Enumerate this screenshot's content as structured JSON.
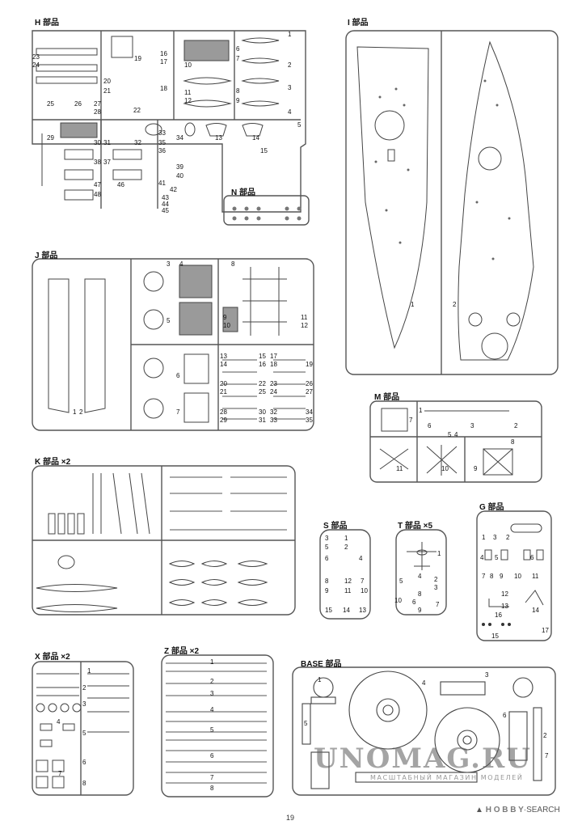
{
  "page": {
    "number": "19"
  },
  "sections": {
    "H": "H 部品",
    "I": "I 部品",
    "N": "N 部品",
    "J": "J 部品",
    "M": "M 部品",
    "K": "K 部品 ×2",
    "S": "S 部品",
    "T": "T 部品 ×5",
    "G": "G 部品",
    "X": "X 部品 ×2",
    "Z": "Z 部品 ×2",
    "BASE": "BASE 部品"
  },
  "watermark": {
    "text": "UNOMAG.RU",
    "subtext": "МАСШТАБНЫЙ МАГАЗИН МОДЕЛЕЙ"
  },
  "branding": {
    "logo": "H O B B Y",
    "suffix": "SEARCH",
    "icon": "triangle-logo-icon"
  },
  "part_numbers": {
    "H": [
      "23",
      "24",
      "25",
      "26",
      "27",
      "28",
      "19",
      "16",
      "17",
      "18",
      "20",
      "21",
      "22",
      "10",
      "11",
      "12",
      "6",
      "7",
      "8",
      "9",
      "1",
      "2",
      "3",
      "4",
      "5",
      "13",
      "14",
      "15",
      "29",
      "30",
      "31",
      "32",
      "33",
      "34",
      "35",
      "36",
      "37",
      "38",
      "39",
      "40",
      "41",
      "42",
      "43",
      "44",
      "45",
      "46",
      "47",
      "48"
    ],
    "I": [
      "1",
      "2"
    ],
    "J": [
      "1",
      "2",
      "3",
      "4",
      "5",
      "6",
      "7",
      "8",
      "9",
      "10",
      "11",
      "12",
      "13",
      "14",
      "15",
      "16",
      "17",
      "18",
      "19",
      "20",
      "21",
      "22",
      "23",
      "24",
      "25",
      "26",
      "27",
      "28",
      "29",
      "30",
      "31",
      "32",
      "33",
      "34",
      "35"
    ],
    "M": [
      "1",
      "2",
      "3",
      "4",
      "5",
      "6",
      "7",
      "8",
      "9",
      "10",
      "11"
    ],
    "S": [
      "1",
      "2",
      "3",
      "4",
      "5",
      "6",
      "7",
      "8",
      "9",
      "10",
      "11",
      "12",
      "13",
      "14",
      "15"
    ],
    "T": [
      "1",
      "2",
      "3",
      "4",
      "5",
      "6",
      "7",
      "8",
      "9",
      "10"
    ],
    "G": [
      "1",
      "2",
      "3",
      "4",
      "5",
      "6",
      "7",
      "8",
      "9",
      "10",
      "11",
      "12",
      "13",
      "14",
      "15",
      "16",
      "17"
    ],
    "X": [
      "1",
      "2",
      "3",
      "4",
      "5",
      "6",
      "7",
      "8"
    ],
    "Z": [
      "1",
      "2",
      "3",
      "4",
      "5",
      "6",
      "7",
      "8"
    ],
    "BASE": [
      "1",
      "2",
      "3",
      "4",
      "5",
      "6",
      "7"
    ]
  },
  "colors": {
    "line": "#555555",
    "shade": "#9a9a9a",
    "watermark": "#6b6b6b"
  }
}
